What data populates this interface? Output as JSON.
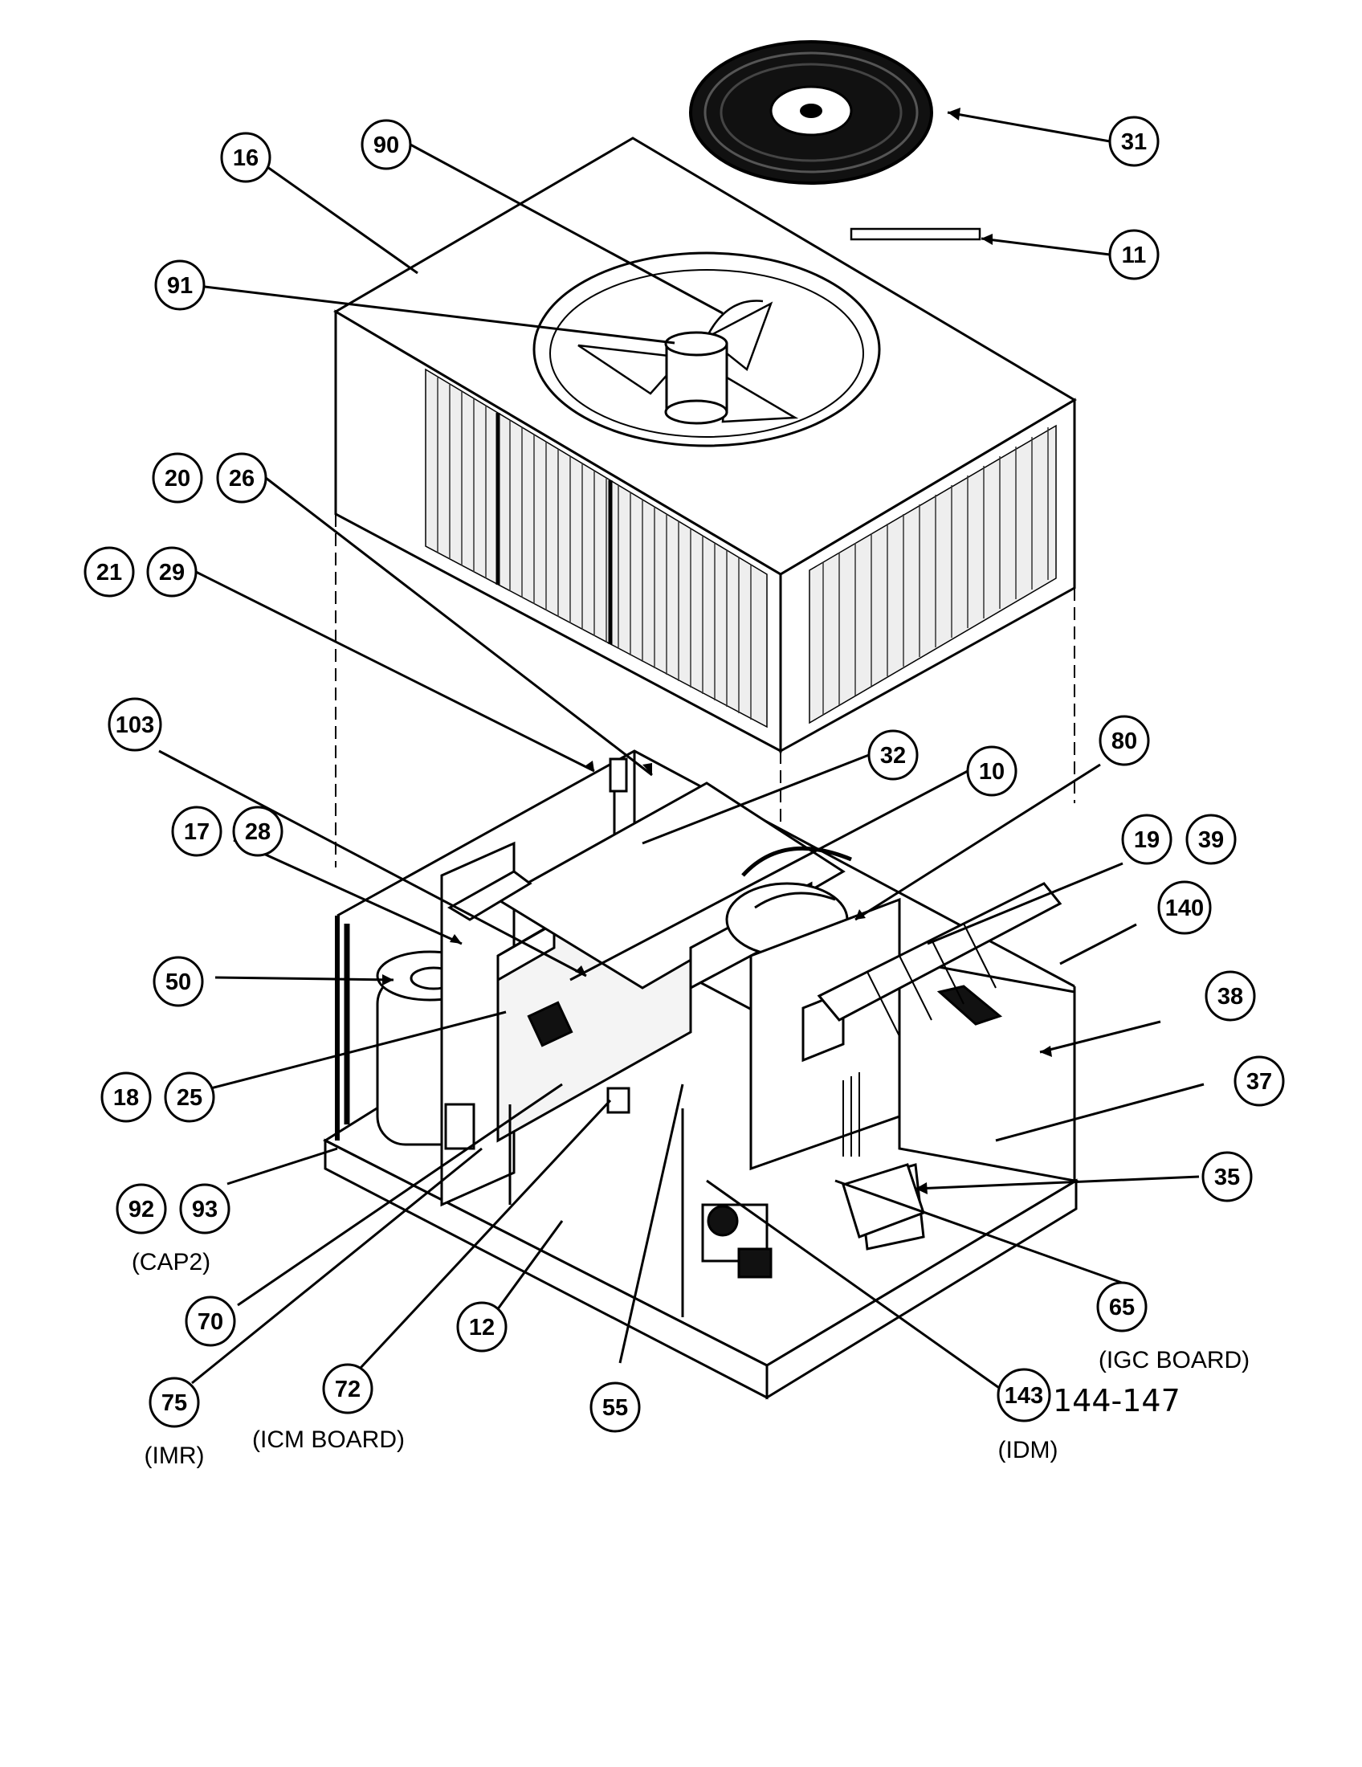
{
  "callouts": [
    {
      "id": "31"
    },
    {
      "id": "11"
    },
    {
      "id": "16"
    },
    {
      "id": "90"
    },
    {
      "id": "91"
    },
    {
      "id": "20"
    },
    {
      "id": "26"
    },
    {
      "id": "21"
    },
    {
      "id": "29"
    },
    {
      "id": "103"
    },
    {
      "id": "32"
    },
    {
      "id": "10"
    },
    {
      "id": "80"
    },
    {
      "id": "17"
    },
    {
      "id": "28"
    },
    {
      "id": "19"
    },
    {
      "id": "39"
    },
    {
      "id": "140"
    },
    {
      "id": "50"
    },
    {
      "id": "38"
    },
    {
      "id": "37"
    },
    {
      "id": "18"
    },
    {
      "id": "25"
    },
    {
      "id": "35"
    },
    {
      "id": "92"
    },
    {
      "id": "93"
    },
    {
      "id": "70"
    },
    {
      "id": "12"
    },
    {
      "id": "65"
    },
    {
      "id": "75"
    },
    {
      "id": "72"
    },
    {
      "id": "55"
    },
    {
      "id": "143"
    }
  ],
  "captions": {
    "cap2": "(CAP2)",
    "igc_board": "(IGC BOARD)",
    "icm_board": "(ICM BOARD)",
    "imr": "(IMR)",
    "idm": "(IDM)",
    "handwritten": "144-147"
  },
  "colors": {
    "ink": "#000000",
    "paper": "#ffffff",
    "panel": "#f4f4f4"
  }
}
